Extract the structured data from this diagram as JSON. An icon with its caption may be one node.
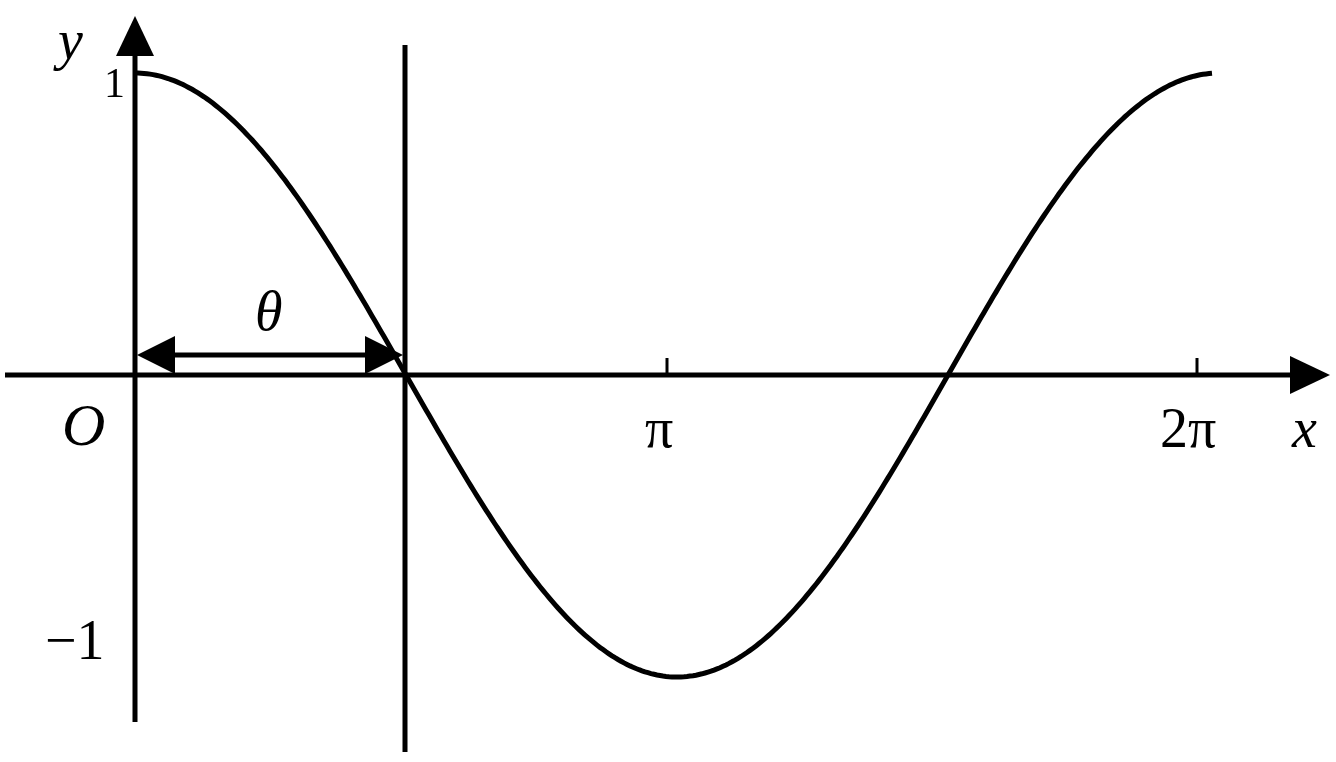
{
  "diagram": {
    "labels": [
      "y",
      "1",
      "θ",
      "O",
      "π",
      "2π",
      "x",
      "−1"
    ]
  }
}
